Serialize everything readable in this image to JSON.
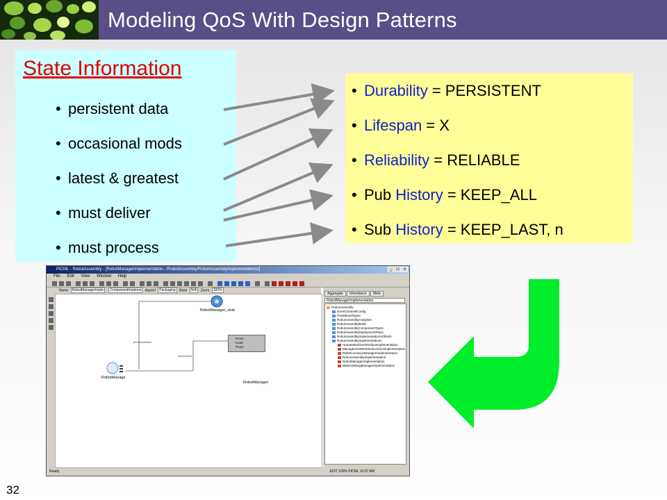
{
  "slide": {
    "title": "Modeling QoS With Design Patterns",
    "page_number": "32"
  },
  "state_panel": {
    "heading": "State Information",
    "bullet": "•",
    "items": [
      "persistent data",
      "occasional mods",
      "latest & greatest",
      "must deliver",
      "must process"
    ]
  },
  "qos_panel": {
    "bullet": "•",
    "items": [
      {
        "pre": "",
        "policy": "Durability",
        "rest": " = PERSISTENT"
      },
      {
        "pre": "",
        "policy": "Lifespan",
        "rest": " = X"
      },
      {
        "pre": "",
        "policy": "Reliability",
        "rest": " = RELIABLE"
      },
      {
        "pre": "Pub ",
        "policy": "History",
        "rest": " = KEEP_ALL"
      },
      {
        "pre": "Sub ",
        "policy": "History",
        "rest": " = KEEP_LAST, n"
      }
    ]
  },
  "screenshot": {
    "title": "PICML - RobotAssembly - [RobotManagerImplementation - /RobotAssembly/RobotAssemblyImplementations/]",
    "menu": [
      "File",
      "Edit",
      "View",
      "Window",
      "Help"
    ],
    "field_name_label": "Name",
    "field_name_value": "RobotManagerImple",
    "field_kind_value": "ComponentImpleme",
    "field_aspect_label": "Aspect",
    "field_aspect_value": "Packaging",
    "field_base_label": "Base",
    "field_base_value": "N/A",
    "field_zoom_label": "Zoom",
    "field_zoom_value": "100%",
    "tabs": [
      "Aggregate",
      "Inheritance",
      "Meta"
    ],
    "select_value": "RobotManagerImplementation",
    "tree": [
      "RobotAssembly",
      "EventChannelConfig",
      "PredefinedTypes",
      "RobotAssemblyAnalyses",
      "RobotAssemblyBuild",
      "RobotAssemblyComponentTypes",
      "RobotAssemblyDeploymentPlans",
      "RobotAssemblyImplementationArtifacts",
      "RobotAssemblyImplementations",
      "HumanMachineInterfaceImplementation",
      "ManagementWorkInstructionsImplementation",
      "PalletConveyorManagerImplementation",
      "RobotAssemblyImplementation",
      "RobotManagerImplementation",
      "WatchSettingManagerImplementation"
    ],
    "nodes": {
      "stub": "RobotManager_stub",
      "manager": "RobotManager",
      "manage": "RobotManage",
      "ports": [
        "Proce",
        "Contr",
        "Proce"
      ]
    },
    "connections": [
      "primaryArtifact",
      "implements"
    ],
    "status_left": "Ready",
    "status_right": "EDIT   100%  PICML    10:07 AM"
  },
  "colors": {
    "title_bar": "#5a4e88",
    "state_panel": "#ccffff",
    "qos_panel": "#ffff99",
    "heading_red": "#e00000",
    "policy_blue": "#1020c8",
    "green_arrow": "#00ee2a"
  }
}
